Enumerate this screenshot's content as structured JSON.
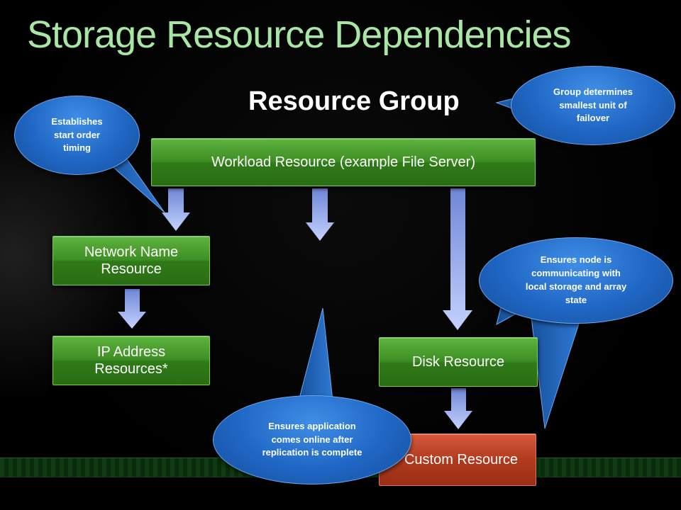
{
  "slide": {
    "title": "Storage Resource Dependencies",
    "group_title": "Resource Group"
  },
  "resources": {
    "workload": "Workload Resource (example File Server)",
    "network_name": "Network Name Resource",
    "ip_address": "IP Address Resources*",
    "disk": "Disk Resource",
    "custom": "Custom Resource"
  },
  "callouts": {
    "start_order": [
      "Establishes",
      "start order",
      "timing"
    ],
    "group_failover": [
      "Group  determines",
      "smallest unit of",
      "failover"
    ],
    "node_storage": [
      "Ensures node is",
      "communicating with",
      "local storage and array",
      "state"
    ],
    "application_online": [
      "Ensures application",
      "comes online after",
      "replication is complete"
    ]
  },
  "colors": {
    "title": "#a8e6a3",
    "resource_box": "#3d8f23",
    "custom_box": "#b23a1e",
    "callout": "#1f66c4",
    "arrow": "#9fb3f0"
  }
}
